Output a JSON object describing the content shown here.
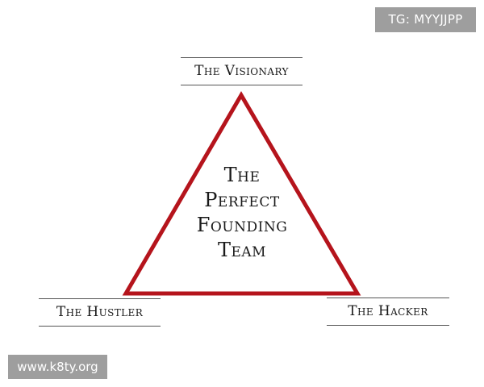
{
  "watermarks": {
    "top_right": "TG: MYYJJPP",
    "bottom_left": "www.k8ty.org"
  },
  "diagram": {
    "top_label": "The Visionary",
    "left_label": "The Hustler",
    "right_label": "The Hacker",
    "center_title": [
      "The",
      "Perfect",
      "Founding",
      "Team"
    ],
    "triangle_color": "#b5141c"
  }
}
